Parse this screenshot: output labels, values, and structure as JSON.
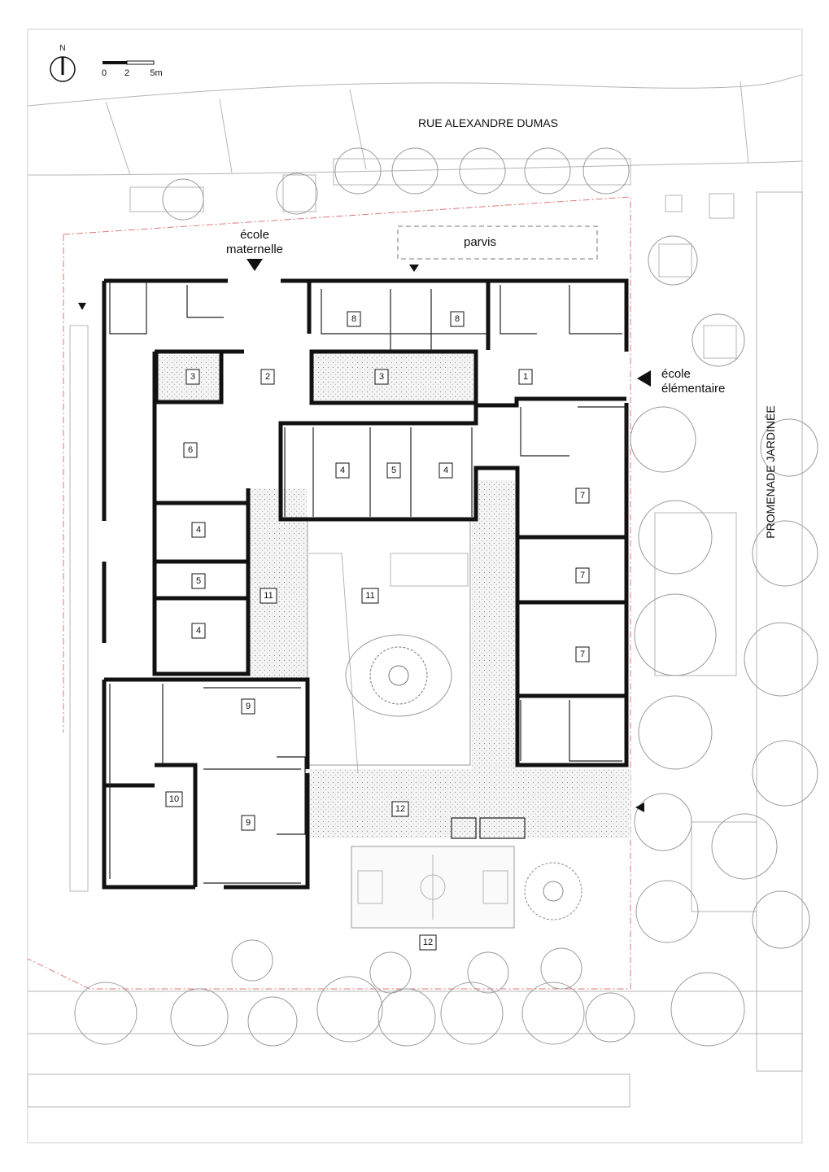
{
  "north": "N",
  "scale": {
    "zero": "0",
    "mid": "2",
    "end": "5m"
  },
  "streets": {
    "top": "RUE ALEXANDRE DUMAS",
    "right": "PROMENADE JARDINÉE"
  },
  "labels": {
    "parvis": "parvis",
    "maternelle_line1": "école",
    "maternelle_line2": "maternelle",
    "elementaire_line1": "école",
    "elementaire_line2": "élémentaire"
  },
  "rooms": [
    {
      "id": "room-8a",
      "num": "8"
    },
    {
      "id": "room-8b",
      "num": "8"
    },
    {
      "id": "room-3a",
      "num": "3"
    },
    {
      "id": "room-2",
      "num": "2"
    },
    {
      "id": "room-3b",
      "num": "3"
    },
    {
      "id": "room-1",
      "num": "1"
    },
    {
      "id": "room-6",
      "num": "6"
    },
    {
      "id": "room-4a",
      "num": "4"
    },
    {
      "id": "room-5a",
      "num": "5"
    },
    {
      "id": "room-4b",
      "num": "4"
    },
    {
      "id": "room-4c",
      "num": "4"
    },
    {
      "id": "room-5b",
      "num": "5"
    },
    {
      "id": "room-4d",
      "num": "4"
    },
    {
      "id": "room-11a",
      "num": "11"
    },
    {
      "id": "room-11b",
      "num": "11"
    },
    {
      "id": "room-7a",
      "num": "7"
    },
    {
      "id": "room-7b",
      "num": "7"
    },
    {
      "id": "room-7c",
      "num": "7"
    },
    {
      "id": "room-9a",
      "num": "9"
    },
    {
      "id": "room-9b",
      "num": "9"
    },
    {
      "id": "room-10",
      "num": "10"
    },
    {
      "id": "room-12a",
      "num": "12"
    },
    {
      "id": "room-12b",
      "num": "12"
    }
  ]
}
